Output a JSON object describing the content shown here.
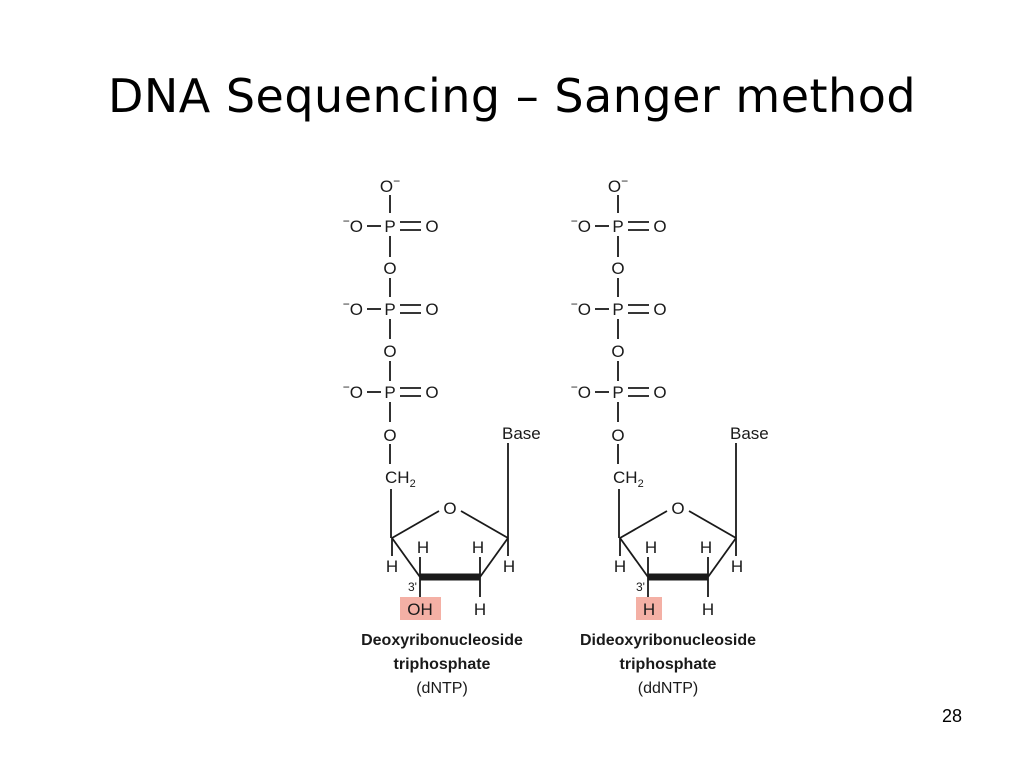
{
  "slide": {
    "title": "DNA Sequencing – Sanger method",
    "page_number": "28"
  },
  "atoms": {
    "oxygen": "O",
    "oxygen_minus_sign": "−",
    "phosphorus": "P",
    "ch": "CH",
    "ch2_subscript": "2",
    "hydrogen": "H",
    "base": "Base",
    "position_3prime": "3'"
  },
  "molecules": [
    {
      "highlight_group": "OH",
      "name_line1": "Deoxyribonucleoside",
      "name_line2": "triphosphate",
      "abbreviation": "(dNTP)",
      "highlight_color": "#f4b0a5"
    },
    {
      "highlight_group": "H",
      "name_line1": "Dideoxyribonucleoside",
      "name_line2": "triphosphate",
      "abbreviation": "(ddNTP)",
      "highlight_color": "#f4b0a5"
    }
  ]
}
